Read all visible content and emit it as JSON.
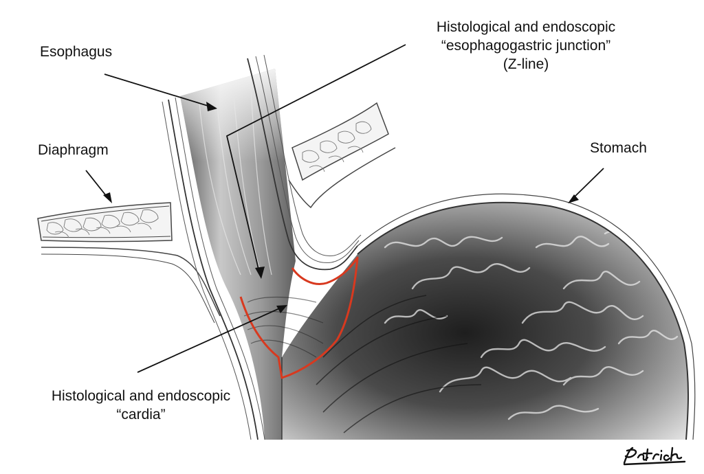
{
  "labels": {
    "esophagus": "Esophagus",
    "diaphragm": "Diaphragm",
    "stomach": "Stomach",
    "junction": [
      "Histological and endoscopic",
      "“esophagogastric junction”",
      "(Z-line)"
    ],
    "cardia": [
      "Histological and endoscopic",
      "“cardia”"
    ]
  },
  "signature": "Patrick",
  "colors": {
    "cardia_outline": "#d8391f",
    "ink": "#111111",
    "mucosa_dark": "#2a2a2a",
    "mucosa_light": "#d9d9d9"
  }
}
